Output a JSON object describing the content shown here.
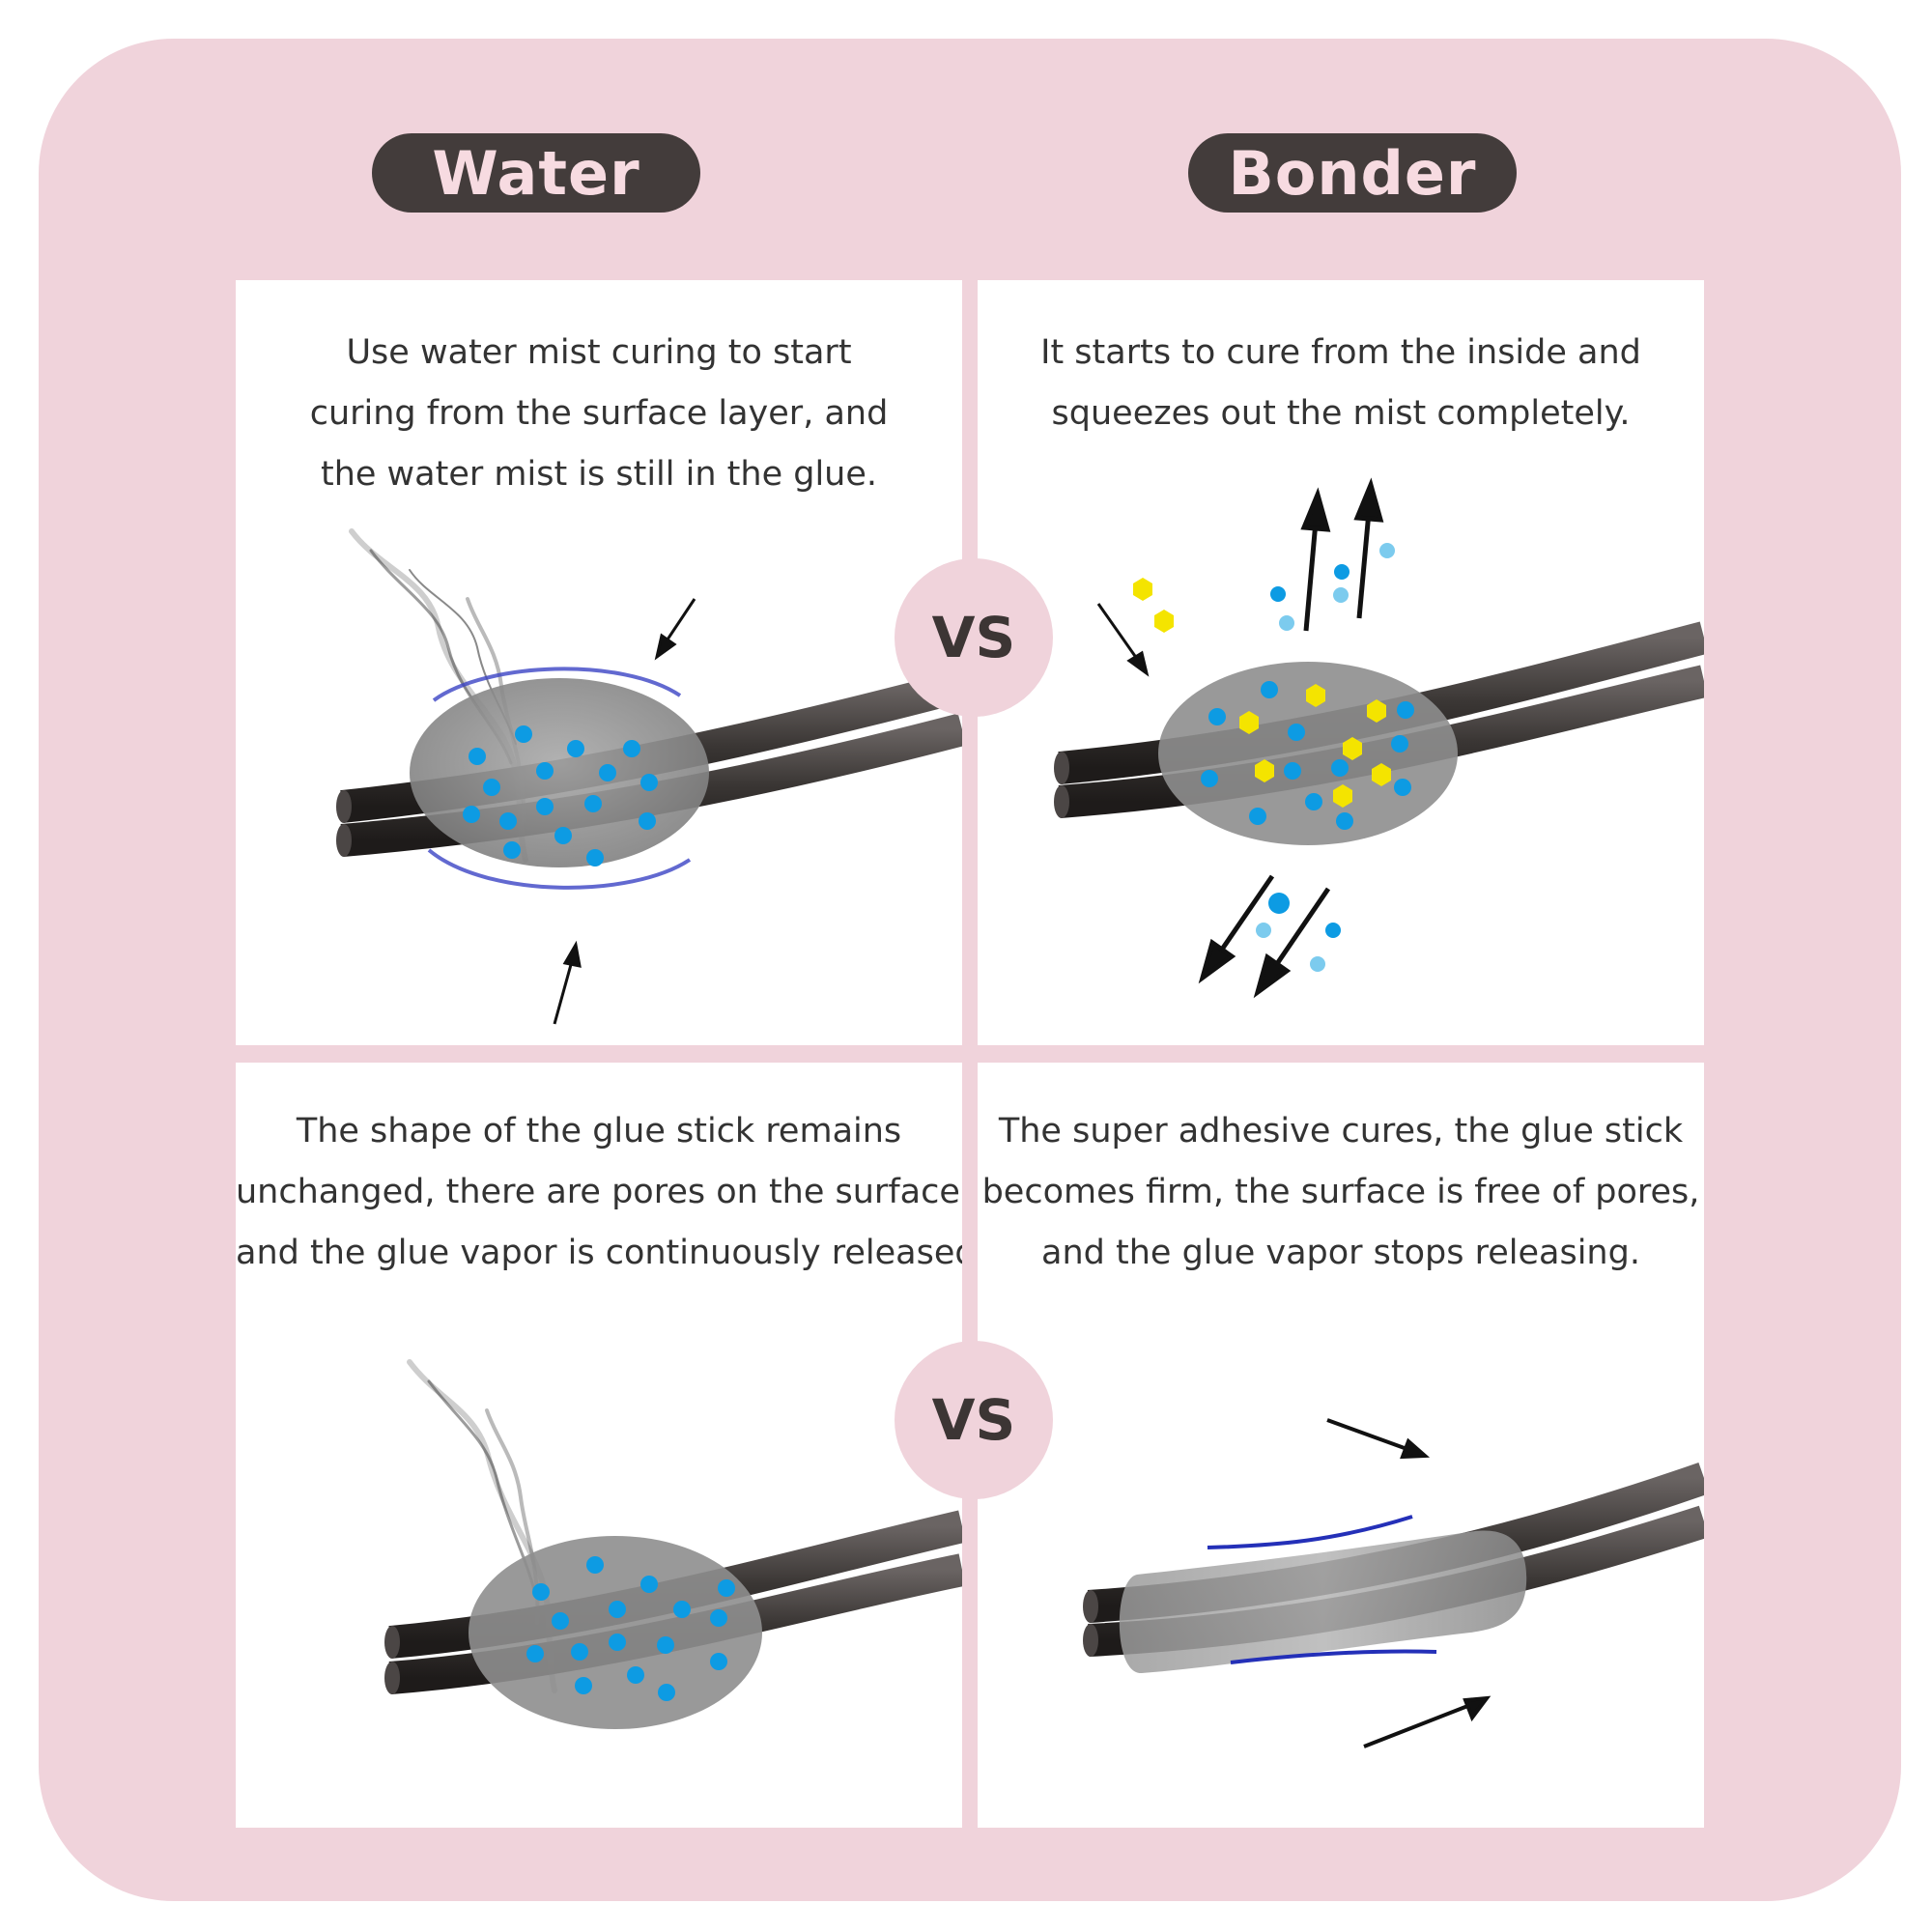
{
  "headers": {
    "left": "Water",
    "right": "Bonder"
  },
  "vs_label": "VS",
  "panels": {
    "top_left": {
      "lines": [
        "Use water mist curing to start",
        "curing from the surface layer, and",
        "the water mist is still in the glue."
      ]
    },
    "top_right": {
      "lines": [
        "It starts to cure from the inside and",
        "squeezes out the mist completely."
      ]
    },
    "bottom_left": {
      "lines": [
        "The shape of the glue stick remains",
        "unchanged, there are pores on the surface,",
        "and the glue vapor is continuously released."
      ]
    },
    "bottom_right": {
      "lines": [
        "The super adhesive cures, the glue stick",
        "becomes firm, the surface is free of pores,",
        "and the glue vapor stops releasing."
      ]
    }
  },
  "colors": {
    "frame": "#f0d3db",
    "pill": "#433c3b",
    "pill_text": "#f7dbe1",
    "water_dot": "#0d9be3",
    "light_dot": "#7ccbee",
    "hex_particle": "#f4e400",
    "ripple": "#3b44c4",
    "cable": "#3a3634",
    "glue_blob": "#8e8e8e"
  }
}
